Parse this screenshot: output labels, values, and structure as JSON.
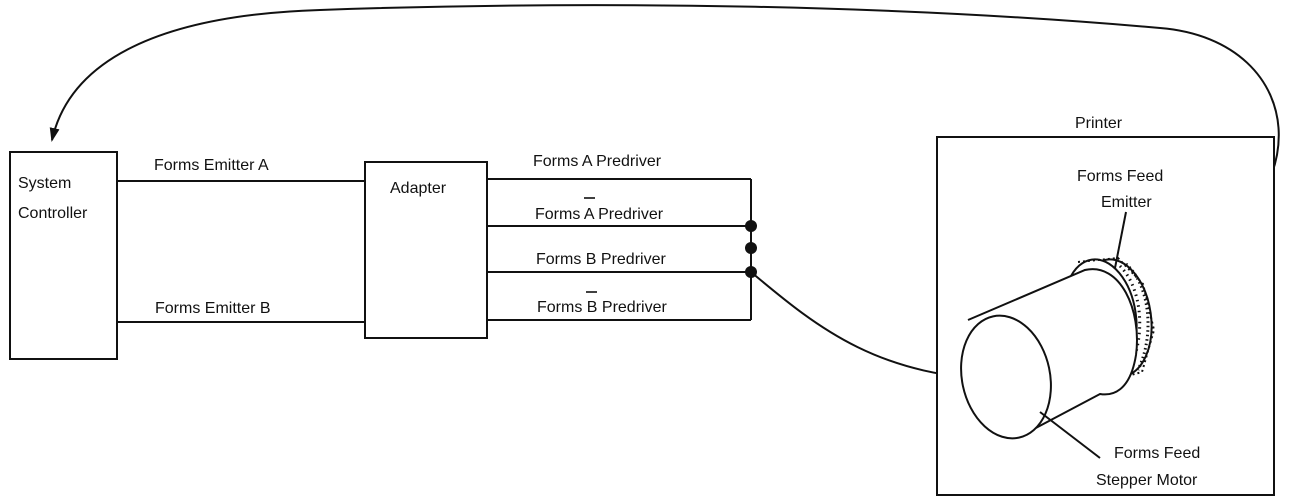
{
  "diagram": {
    "system_controller": {
      "line1": "System",
      "line2": "Controller"
    },
    "adapter": {
      "label": "Adapter"
    },
    "printer": {
      "label": "Printer"
    },
    "inputs": [
      {
        "label": "Forms Emitter A"
      },
      {
        "label": "Forms Emitter B"
      }
    ],
    "predrivers": [
      {
        "prefix": "Forms ",
        "letter": "A",
        "overbar": false,
        "suffix": " Predriver"
      },
      {
        "prefix": "Forms ",
        "letter": "A",
        "overbar": true,
        "suffix": " Predriver"
      },
      {
        "prefix": "Forms ",
        "letter": "B",
        "overbar": false,
        "suffix": " Predriver"
      },
      {
        "prefix": "Forms ",
        "letter": "B",
        "overbar": true,
        "suffix": " Predriver"
      }
    ],
    "forms_feed_emitter": {
      "line1": "Forms Feed",
      "line2": "Emitter"
    },
    "stepper_motor": {
      "line1": "Forms Feed",
      "line2": "Stepper Motor"
    }
  }
}
